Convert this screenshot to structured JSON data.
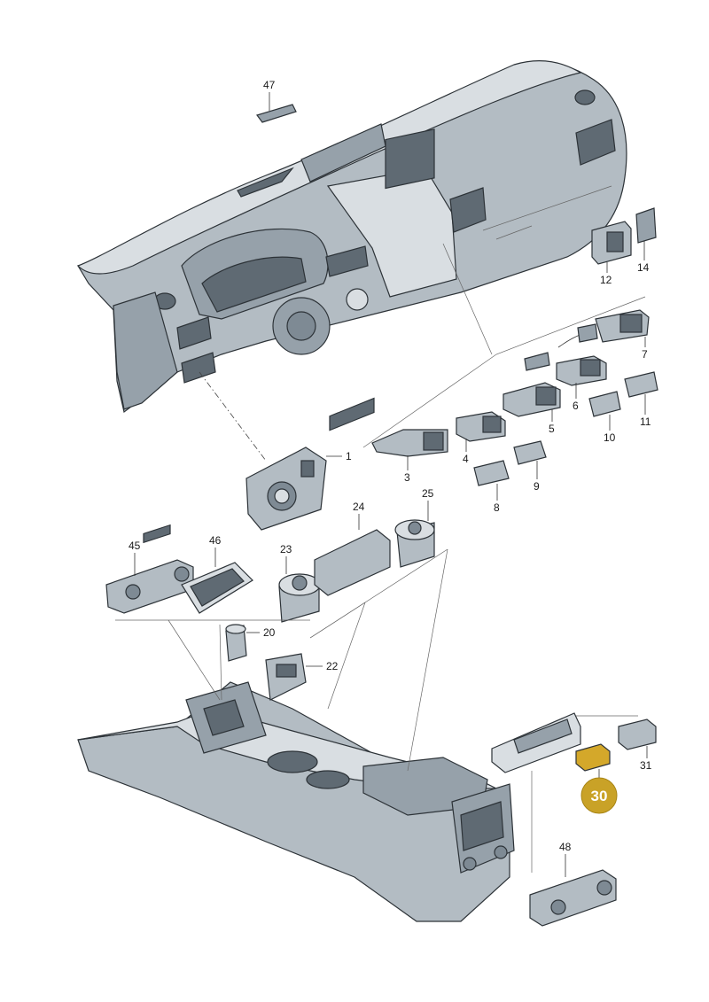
{
  "callouts": {
    "c1": "1",
    "c3": "3",
    "c4": "4",
    "c5": "5",
    "c6": "6",
    "c7": "7",
    "c8": "8",
    "c9": "9",
    "c10": "10",
    "c11": "11",
    "c12": "12",
    "c14": "14",
    "c20": "20",
    "c22": "22",
    "c23": "23",
    "c24": "24",
    "c25": "25",
    "c30": "30",
    "c31": "31",
    "c45": "45",
    "c46": "46",
    "c47": "47",
    "c48": "48"
  },
  "colors": {
    "highlight_badge": "#c9a227",
    "highlight_part": "#d4a82a",
    "part_fill": "#b3bcc3",
    "line": "#2d3338"
  }
}
